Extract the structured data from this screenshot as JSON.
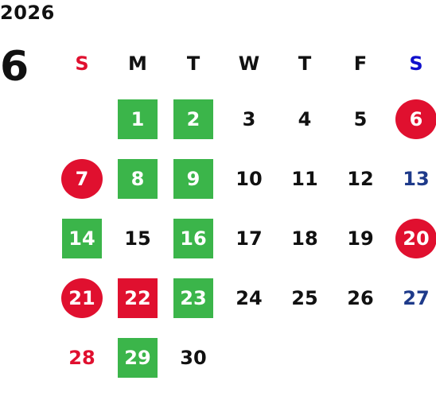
{
  "year": "2026",
  "month": "6",
  "colors": {
    "holiday_green": "#3bb54a",
    "holiday_red": "#e0102f",
    "saturday_blue": "#1e3a8a",
    "sunday_red": "#e0102f"
  },
  "weekdays": [
    {
      "label": "S",
      "color": "#e0102f"
    },
    {
      "label": "M",
      "color": "#111111"
    },
    {
      "label": "T",
      "color": "#111111"
    },
    {
      "label": "W",
      "color": "#111111"
    },
    {
      "label": "T",
      "color": "#111111"
    },
    {
      "label": "F",
      "color": "#111111"
    },
    {
      "label": "S",
      "color": "#1010cc"
    }
  ],
  "weeks": [
    [
      {
        "text": "",
        "style": "plain"
      },
      {
        "text": "1",
        "style": "green"
      },
      {
        "text": "2",
        "style": "green"
      },
      {
        "text": "3",
        "style": "plain"
      },
      {
        "text": "4",
        "style": "plain"
      },
      {
        "text": "5",
        "style": "plain"
      },
      {
        "text": "6",
        "style": "red-circle"
      }
    ],
    [
      {
        "text": "7",
        "style": "red-circle"
      },
      {
        "text": "8",
        "style": "green"
      },
      {
        "text": "9",
        "style": "green"
      },
      {
        "text": "10",
        "style": "plain"
      },
      {
        "text": "11",
        "style": "plain"
      },
      {
        "text": "12",
        "style": "plain"
      },
      {
        "text": "13",
        "style": "sat-text"
      }
    ],
    [
      {
        "text": "14",
        "style": "green"
      },
      {
        "text": "15",
        "style": "plain"
      },
      {
        "text": "16",
        "style": "green"
      },
      {
        "text": "17",
        "style": "plain"
      },
      {
        "text": "18",
        "style": "plain"
      },
      {
        "text": "19",
        "style": "plain"
      },
      {
        "text": "20",
        "style": "red-circle"
      }
    ],
    [
      {
        "text": "21",
        "style": "red-circle"
      },
      {
        "text": "22",
        "style": "red-square"
      },
      {
        "text": "23",
        "style": "green"
      },
      {
        "text": "24",
        "style": "plain"
      },
      {
        "text": "25",
        "style": "plain"
      },
      {
        "text": "26",
        "style": "plain"
      },
      {
        "text": "27",
        "style": "sat-text"
      }
    ],
    [
      {
        "text": "28",
        "style": "sun-text"
      },
      {
        "text": "29",
        "style": "green"
      },
      {
        "text": "30",
        "style": "plain"
      },
      {
        "text": "",
        "style": "plain"
      },
      {
        "text": "",
        "style": "plain"
      },
      {
        "text": "",
        "style": "plain"
      },
      {
        "text": "",
        "style": "plain"
      }
    ]
  ]
}
